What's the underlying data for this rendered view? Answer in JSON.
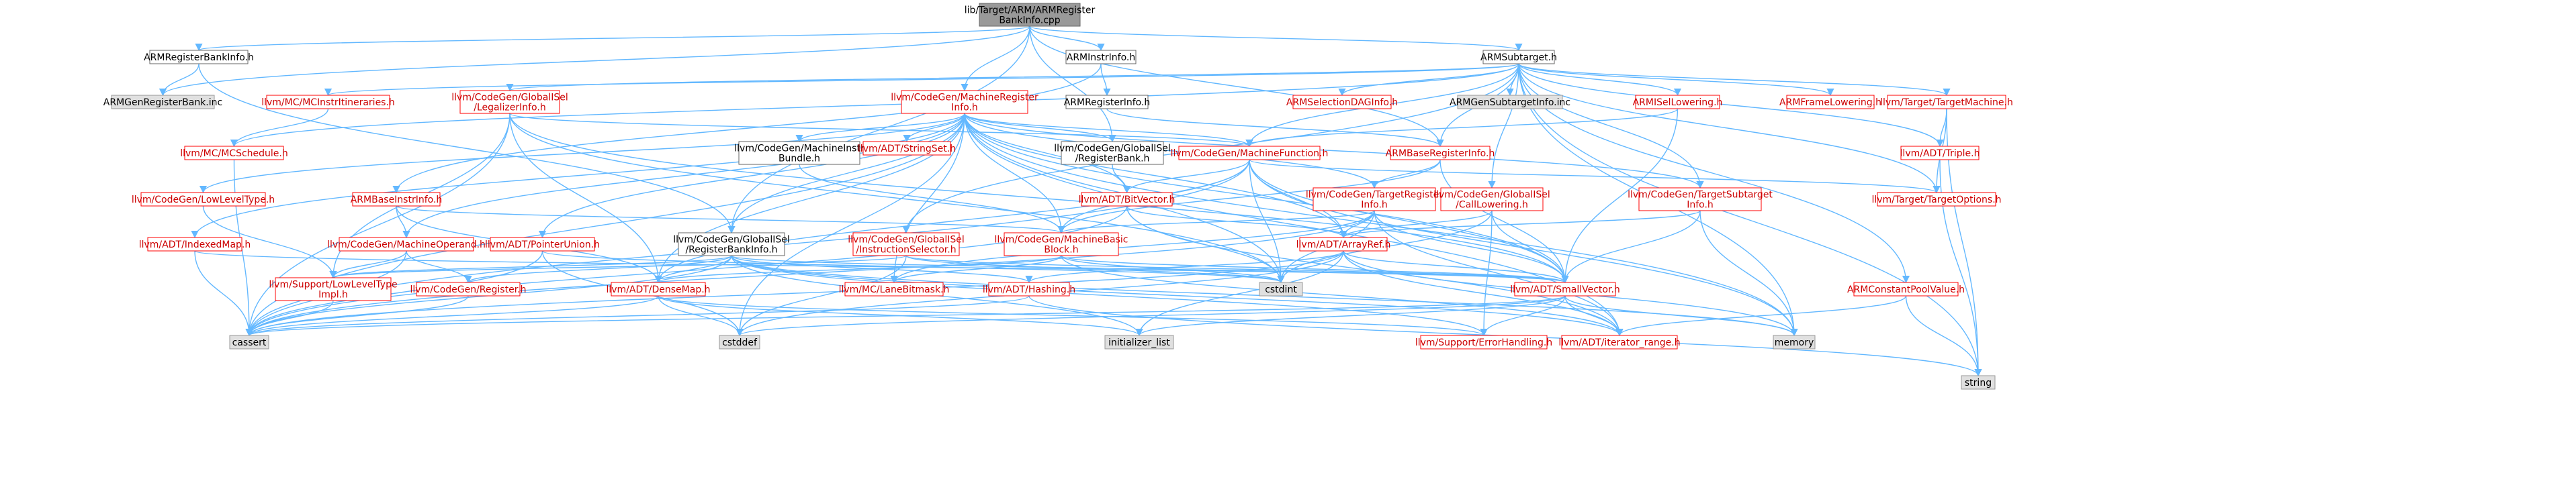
{
  "colors": {
    "root_fill": "#999999",
    "root_stroke": "#666666",
    "normal_fill": "#ffffff",
    "normal_stroke": "#666666",
    "missing_fill": "#e0e0e0",
    "missing_stroke": "#999999",
    "truncated_stroke": "#ff0000",
    "edge": "#63b8ff",
    "text": "#000000",
    "red_text": "#cc0000"
  },
  "nodes": [
    {
      "id": "root",
      "label": "lib/Target/ARM/ARMRegister\nBankInfo.cpp",
      "kind": "root"
    },
    {
      "id": "armregbankinfo_h",
      "label": "ARMRegisterBankInfo.h",
      "kind": "normal"
    },
    {
      "id": "arminstrinfo_h",
      "label": "ARMInstrInfo.h",
      "kind": "normal"
    },
    {
      "id": "armsubtarget_h",
      "label": "ARMSubtarget.h",
      "kind": "normal"
    },
    {
      "id": "armgenregbank_inc",
      "label": "ARMGenRegisterBank.inc",
      "kind": "missing"
    },
    {
      "id": "mcinstritin",
      "label": "llvm/MC/MCInstrItineraries.h",
      "kind": "truncated"
    },
    {
      "id": "globalisel_legalizer",
      "label": "llvm/CodeGen/GlobalISel\n/LegalizerInfo.h",
      "kind": "truncated"
    },
    {
      "id": "machinereginfo",
      "label": "llvm/CodeGen/MachineRegister\nInfo.h",
      "kind": "truncated"
    },
    {
      "id": "armreginfo_h",
      "label": "ARMRegisterInfo.h",
      "kind": "normal"
    },
    {
      "id": "armseldag",
      "label": "ARMSelectionDAGInfo.h",
      "kind": "truncated"
    },
    {
      "id": "armgensubtarget_inc",
      "label": "ARMGenSubtargetInfo.inc",
      "kind": "missing"
    },
    {
      "id": "armisellowering",
      "label": "ARMISelLowering.h",
      "kind": "truncated"
    },
    {
      "id": "armframelowering",
      "label": "ARMFrameLowering.h",
      "kind": "truncated"
    },
    {
      "id": "targetmachine",
      "label": "llvm/Target/TargetMachine.h",
      "kind": "truncated"
    },
    {
      "id": "mcschedule",
      "label": "llvm/MC/MCSchedule.h",
      "kind": "truncated"
    },
    {
      "id": "machineinstrbundle",
      "label": "llvm/CodeGen/MachineInstr\nBundle.h",
      "kind": "normal"
    },
    {
      "id": "adt_stringset",
      "label": "llvm/ADT/StringSet.h",
      "kind": "truncated"
    },
    {
      "id": "globalisel_regbank",
      "label": "llvm/CodeGen/GlobalISel\n/RegisterBank.h",
      "kind": "normal"
    },
    {
      "id": "machinefunction",
      "label": "llvm/CodeGen/MachineFunction.h",
      "kind": "truncated"
    },
    {
      "id": "armbasereginfo",
      "label": "ARMBaseRegisterInfo.h",
      "kind": "truncated"
    },
    {
      "id": "adt_triple",
      "label": "llvm/ADT/Triple.h",
      "kind": "truncated"
    },
    {
      "id": "lowleveltype",
      "label": "llvm/CodeGen/LowLevelType.h",
      "kind": "truncated"
    },
    {
      "id": "armbaseinstrinfo",
      "label": "ARMBaseInstrInfo.h",
      "kind": "truncated"
    },
    {
      "id": "adt_bitvector",
      "label": "llvm/ADT/BitVector.h",
      "kind": "truncated"
    },
    {
      "id": "targetreginfo",
      "label": "llvm/CodeGen/TargetRegister\nInfo.h",
      "kind": "truncated"
    },
    {
      "id": "globalisel_calllowering",
      "label": "llvm/CodeGen/GlobalISel\n/CallLowering.h",
      "kind": "truncated"
    },
    {
      "id": "targetsubtargetinfo",
      "label": "llvm/CodeGen/TargetSubtarget\nInfo.h",
      "kind": "truncated"
    },
    {
      "id": "targetoptions",
      "label": "llvm/Target/TargetOptions.h",
      "kind": "truncated"
    },
    {
      "id": "adt_indexedmap",
      "label": "llvm/ADT/IndexedMap.h",
      "kind": "truncated"
    },
    {
      "id": "machineoperand",
      "label": "llvm/CodeGen/MachineOperand.h",
      "kind": "truncated"
    },
    {
      "id": "adt_pointerunion",
      "label": "llvm/ADT/PointerUnion.h",
      "kind": "truncated"
    },
    {
      "id": "globalisel_regbankinfo",
      "label": "llvm/CodeGen/GlobalISel\n/RegisterBankInfo.h",
      "kind": "normal"
    },
    {
      "id": "globalisel_instrselector",
      "label": "llvm/CodeGen/GlobalISel\n/InstructionSelector.h",
      "kind": "truncated"
    },
    {
      "id": "machinebasicblock",
      "label": "llvm/CodeGen/MachineBasic\nBlock.h",
      "kind": "truncated"
    },
    {
      "id": "adt_arrayref",
      "label": "llvm/ADT/ArrayRef.h",
      "kind": "truncated"
    },
    {
      "id": "armconstantpool",
      "label": "ARMConstantPoolValue.h",
      "kind": "truncated"
    },
    {
      "id": "lowleveltypeimpl",
      "label": "llvm/Support/LowLevelType\nImpl.h",
      "kind": "truncated"
    },
    {
      "id": "codegen_register",
      "label": "llvm/CodeGen/Register.h",
      "kind": "truncated"
    },
    {
      "id": "adt_densemap",
      "label": "llvm/ADT/DenseMap.h",
      "kind": "truncated"
    },
    {
      "id": "lanebitmask",
      "label": "llvm/MC/LaneBitmask.h",
      "kind": "truncated"
    },
    {
      "id": "adt_hashing",
      "label": "llvm/ADT/Hashing.h",
      "kind": "truncated"
    },
    {
      "id": "cstdint",
      "label": "cstdint",
      "kind": "missing"
    },
    {
      "id": "adt_smallvector",
      "label": "llvm/ADT/SmallVector.h",
      "kind": "truncated"
    },
    {
      "id": "cassert",
      "label": "cassert",
      "kind": "missing"
    },
    {
      "id": "cstddef",
      "label": "cstddef",
      "kind": "missing"
    },
    {
      "id": "initializer_list",
      "label": "initializer_list",
      "kind": "missing"
    },
    {
      "id": "errorhandling",
      "label": "llvm/Support/ErrorHandling.h",
      "kind": "truncated"
    },
    {
      "id": "iterator_range",
      "label": "llvm/ADT/iterator_range.h",
      "kind": "truncated"
    },
    {
      "id": "memory",
      "label": "memory",
      "kind": "missing"
    },
    {
      "id": "string",
      "label": "string",
      "kind": "missing"
    }
  ],
  "edges": [
    [
      "root",
      "armregbankinfo_h"
    ],
    [
      "root",
      "arminstrinfo_h"
    ],
    [
      "root",
      "armsubtarget_h"
    ],
    [
      "root",
      "armgenregbank_inc"
    ],
    [
      "root",
      "machinereginfo"
    ],
    [
      "root",
      "globalisel_regbank"
    ],
    [
      "root",
      "globalisel_regbankinfo"
    ],
    [
      "root",
      "armbasereginfo"
    ],
    [
      "armregbankinfo_h",
      "armgenregbank_inc"
    ],
    [
      "armregbankinfo_h",
      "globalisel_regbankinfo"
    ],
    [
      "arminstrinfo_h",
      "armreginfo_h"
    ],
    [
      "arminstrinfo_h",
      "armbaseinstrinfo"
    ],
    [
      "armreginfo_h",
      "armbasereginfo"
    ],
    [
      "armsubtarget_h",
      "mcinstritin"
    ],
    [
      "armsubtarget_h",
      "globalisel_legalizer"
    ],
    [
      "armsubtarget_h",
      "armseldag"
    ],
    [
      "armsubtarget_h",
      "armgensubtarget_inc"
    ],
    [
      "armsubtarget_h",
      "armisellowering"
    ],
    [
      "armsubtarget_h",
      "armframelowering"
    ],
    [
      "armsubtarget_h",
      "targetmachine"
    ],
    [
      "armsubtarget_h",
      "mcschedule"
    ],
    [
      "armsubtarget_h",
      "machinefunction"
    ],
    [
      "armsubtarget_h",
      "armbasereginfo"
    ],
    [
      "armsubtarget_h",
      "adt_triple"
    ],
    [
      "armsubtarget_h",
      "targetsubtargetinfo"
    ],
    [
      "armsubtarget_h",
      "targetoptions"
    ],
    [
      "armsubtarget_h",
      "globalisel_calllowering"
    ],
    [
      "armsubtarget_h",
      "armconstantpool"
    ],
    [
      "armsubtarget_h",
      "memory"
    ],
    [
      "armsubtarget_h",
      "string"
    ],
    [
      "armsubtarget_h",
      "globalisel_instrselector"
    ],
    [
      "mcinstritin",
      "mcschedule"
    ],
    [
      "mcschedule",
      "cassert"
    ],
    [
      "globalisel_legalizer",
      "machinefunction"
    ],
    [
      "globalisel_legalizer",
      "lowleveltypeimpl"
    ],
    [
      "globalisel_legalizer",
      "adt_densemap"
    ],
    [
      "globalisel_legalizer",
      "adt_smallvector"
    ],
    [
      "globalisel_legalizer",
      "cassert"
    ],
    [
      "globalisel_legalizer",
      "cstdint"
    ],
    [
      "machinereginfo",
      "machineinstrbundle"
    ],
    [
      "machinereginfo",
      "adt_stringset"
    ],
    [
      "machinereginfo",
      "globalisel_regbank"
    ],
    [
      "machinereginfo",
      "machinefunction"
    ],
    [
      "machinereginfo",
      "lowleveltype"
    ],
    [
      "machinereginfo",
      "adt_bitvector"
    ],
    [
      "machinereginfo",
      "targetreginfo"
    ],
    [
      "machinereginfo",
      "targetsubtargetinfo"
    ],
    [
      "machinereginfo",
      "adt_indexedmap"
    ],
    [
      "machinereginfo",
      "machineoperand"
    ],
    [
      "machinereginfo",
      "adt_pointerunion"
    ],
    [
      "machinereginfo",
      "machinebasicblock"
    ],
    [
      "machinereginfo",
      "adt_arrayref"
    ],
    [
      "machinereginfo",
      "adt_densemap"
    ],
    [
      "machinereginfo",
      "lanebitmask"
    ],
    [
      "machinereginfo",
      "adt_smallvector"
    ],
    [
      "machinereginfo",
      "iterator_range"
    ],
    [
      "machinereginfo",
      "cassert"
    ],
    [
      "machinereginfo",
      "cstddef"
    ],
    [
      "machinereginfo",
      "cstdint"
    ],
    [
      "machinereginfo",
      "memory"
    ],
    [
      "machinereginfo",
      "globalisel_regbankinfo"
    ],
    [
      "machineinstrbundle",
      "machinebasicblock"
    ],
    [
      "globalisel_regbank",
      "adt_bitvector"
    ],
    [
      "machinefunction",
      "adt_bitvector"
    ],
    [
      "machinefunction",
      "machinebasicblock"
    ],
    [
      "machinefunction",
      "adt_arrayref"
    ],
    [
      "machinefunction",
      "adt_smallvector"
    ],
    [
      "machinefunction",
      "cassert"
    ],
    [
      "machinefunction",
      "cstdint"
    ],
    [
      "machinefunction",
      "memory"
    ],
    [
      "machinefunction",
      "adt_densemap"
    ],
    [
      "machinefunction",
      "targetoptions"
    ],
    [
      "armbasereginfo",
      "targetreginfo"
    ],
    [
      "armbasereginfo",
      "machinebasicblock"
    ],
    [
      "armbasereginfo",
      "adt_smallvector"
    ],
    [
      "armisellowering",
      "machinefunction"
    ],
    [
      "armisellowering",
      "adt_smallvector"
    ],
    [
      "targetmachine",
      "adt_triple"
    ],
    [
      "targetmachine",
      "targetoptions"
    ],
    [
      "targetmachine",
      "string"
    ],
    [
      "adt_triple",
      "string"
    ],
    [
      "lowleveltype",
      "lowleveltypeimpl"
    ],
    [
      "armbaseinstrinfo",
      "machineoperand"
    ],
    [
      "armbaseinstrinfo",
      "adt_densemap"
    ],
    [
      "armbaseinstrinfo",
      "machinebasicblock"
    ],
    [
      "adt_bitvector",
      "adt_arrayref"
    ],
    [
      "adt_bitvector",
      "cassert"
    ],
    [
      "adt_bitvector",
      "cstdint"
    ],
    [
      "adt_bitvector",
      "iterator_range"
    ],
    [
      "targetreginfo",
      "adt_arrayref"
    ],
    [
      "targetreginfo",
      "adt_smallvector"
    ],
    [
      "targetreginfo",
      "lanebitmask"
    ],
    [
      "targetreginfo",
      "cstdint"
    ],
    [
      "targetreginfo",
      "cassert"
    ],
    [
      "targetreginfo",
      "iterator_range"
    ],
    [
      "targetreginfo",
      "machinebasicblock"
    ],
    [
      "globalisel_calllowering",
      "adt_arrayref"
    ],
    [
      "globalisel_calllowering",
      "adt_smallvector"
    ],
    [
      "globalisel_calllowering",
      "cstdint"
    ],
    [
      "globalisel_calllowering",
      "errorhandling"
    ],
    [
      "targetsubtargetinfo",
      "adt_arrayref"
    ],
    [
      "targetsubtargetinfo",
      "adt_smallvector"
    ],
    [
      "targetsubtargetinfo",
      "memory"
    ],
    [
      "adt_indexedmap",
      "adt_smallvector"
    ],
    [
      "adt_indexedmap",
      "cassert"
    ],
    [
      "machineoperand",
      "codegen_register"
    ],
    [
      "machineoperand",
      "lowleveltypeimpl"
    ],
    [
      "machineoperand",
      "cassert"
    ],
    [
      "adt_pointerunion",
      "cassert"
    ],
    [
      "adt_pointerunion",
      "cstddef"
    ],
    [
      "adt_pointerunion",
      "cstdint"
    ],
    [
      "globalisel_regbankinfo",
      "adt_densemap"
    ],
    [
      "globalisel_regbankinfo",
      "adt_hashing"
    ],
    [
      "globalisel_regbankinfo",
      "adt_smallvector"
    ],
    [
      "globalisel_regbankinfo",
      "iterator_range"
    ],
    [
      "globalisel_regbankinfo",
      "codegen_register"
    ],
    [
      "globalisel_regbankinfo",
      "lowleveltypeimpl"
    ],
    [
      "globalisel_regbankinfo",
      "errorhandling"
    ],
    [
      "globalisel_regbankinfo",
      "cassert"
    ],
    [
      "globalisel_regbankinfo",
      "initializer_list"
    ],
    [
      "globalisel_regbankinfo",
      "memory"
    ],
    [
      "globalisel_instrselector",
      "lowleveltypeimpl"
    ],
    [
      "globalisel_instrselector",
      "cstdint"
    ],
    [
      "globalisel_instrselector",
      "adt_smallvector"
    ],
    [
      "globalisel_instrselector",
      "cstddef"
    ],
    [
      "machinebasicblock",
      "adt_densemap"
    ],
    [
      "machinebasicblock",
      "adt_smallvector"
    ],
    [
      "machinebasicblock",
      "cstdint"
    ],
    [
      "machinebasicblock",
      "lanebitmask"
    ],
    [
      "machinebasicblock",
      "iterator_range"
    ],
    [
      "adt_arrayref",
      "adt_smallvector"
    ],
    [
      "adt_arrayref",
      "adt_hashing"
    ],
    [
      "adt_arrayref",
      "cassert"
    ],
    [
      "adt_arrayref",
      "cstddef"
    ],
    [
      "adt_arrayref",
      "initializer_list"
    ],
    [
      "adt_arrayref",
      "memory"
    ],
    [
      "adt_arrayref",
      "iterator_range"
    ],
    [
      "armconstantpool",
      "iterator_range"
    ],
    [
      "armconstantpool",
      "string"
    ],
    [
      "lowleveltypeimpl",
      "cassert"
    ],
    [
      "codegen_register",
      "cassert"
    ],
    [
      "adt_densemap",
      "cassert"
    ],
    [
      "adt_densemap",
      "cstddef"
    ],
    [
      "adt_densemap",
      "initializer_list"
    ],
    [
      "adt_densemap",
      "errorhandling"
    ],
    [
      "adt_hashing",
      "cassert"
    ],
    [
      "adt_hashing",
      "string"
    ],
    [
      "adt_smallvector",
      "cassert"
    ],
    [
      "adt_smallvector",
      "cstddef"
    ],
    [
      "adt_smallvector",
      "initializer_list"
    ],
    [
      "adt_smallvector",
      "memory"
    ],
    [
      "adt_smallvector",
      "errorhandling"
    ],
    [
      "adt_smallvector",
      "iterator_range"
    ]
  ]
}
